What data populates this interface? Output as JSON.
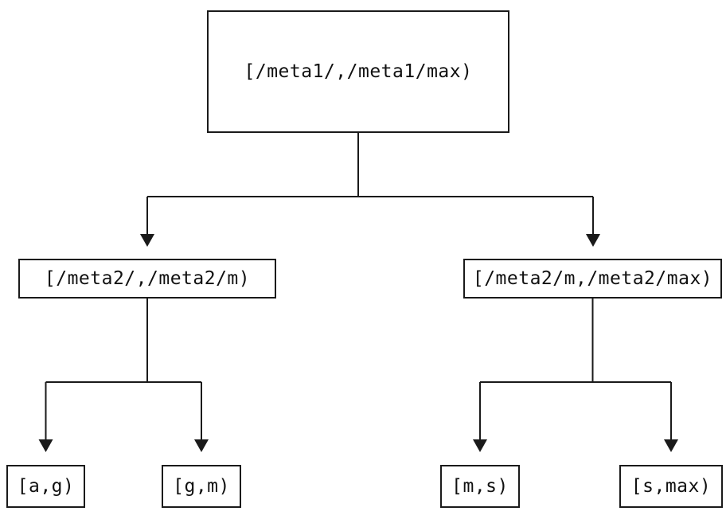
{
  "tree": {
    "root": {
      "label": "[/meta1/,/meta1/max)"
    },
    "children": [
      {
        "label": "[/meta2/,/meta2/m)",
        "children": [
          {
            "label": "[a,g)"
          },
          {
            "label": "[g,m)"
          }
        ]
      },
      {
        "label": "[/meta2/m,/meta2/max)",
        "children": [
          {
            "label": "[m,s)"
          },
          {
            "label": "[s,max)"
          }
        ]
      }
    ],
    "colors": {
      "line": "#1a1a1a",
      "text": "#111111",
      "background": "#ffffff",
      "node_border": "#1a1a1a"
    }
  }
}
